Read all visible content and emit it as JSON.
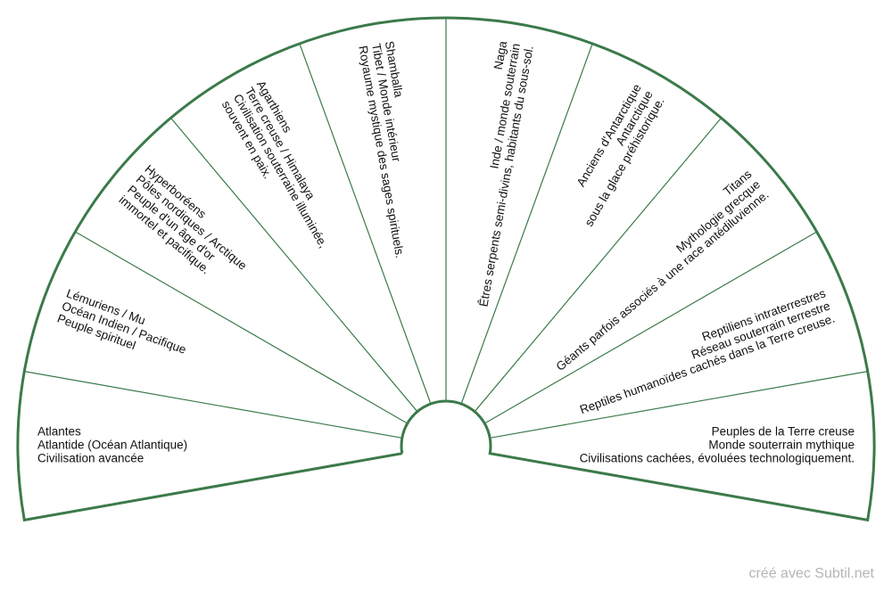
{
  "colors": {
    "outline": "#3b7a4a",
    "divider": "#3b7a4a",
    "background": "#ffffff",
    "text": "#111111",
    "credit": "#b5b5b5"
  },
  "sectors": [
    {
      "id": "atlantes",
      "lines": [
        "Atlantes",
        "Atlantide (Océan Atlantique)",
        "Civilisation avancée"
      ]
    },
    {
      "id": "lemuriens",
      "lines": [
        "Lémuriens / Mu",
        "Océan Indien / Pacifique",
        "Peuple spirituel"
      ]
    },
    {
      "id": "hyperboreens",
      "lines": [
        "Hyperboréens",
        "Pôles nordiques / Arctique",
        "Peuple d'un âge d'or",
        "immortel et pacifique."
      ]
    },
    {
      "id": "agarthiens",
      "lines": [
        "Agarthiens",
        "Terre creuse / Himalaya",
        "Civilisation souterraine illuminée,",
        "souvent en paix."
      ]
    },
    {
      "id": "shamballa",
      "lines": [
        "Shamballa",
        "Tibet / Monde intérieur",
        "Royaume mystique des sages spirituels."
      ]
    },
    {
      "id": "naga",
      "lines": [
        "Naga",
        "Inde / monde souterrain",
        "Êtres serpents semi-divins, habitants du sous-sol."
      ]
    },
    {
      "id": "antarctique",
      "lines": [
        "Anciens d'Antarctique",
        "Antarctique",
        "sous la glace préhistorique."
      ]
    },
    {
      "id": "titans",
      "lines": [
        "Titans",
        "Mythologie grecque",
        "Géants parfois associés à une race antédiluvienne."
      ]
    },
    {
      "id": "reptiliens",
      "lines": [
        "Reptiliens intraterrestres",
        "Réseau souterrain terrestre",
        "Reptiles humanoïdes cachés dans la Terre creuse."
      ]
    },
    {
      "id": "terre-creuse",
      "lines": [
        "Peuples de la Terre creuse",
        "Monde souterrain mythique",
        "Civilisations cachées, évoluées technologiquement."
      ]
    }
  ],
  "credit": "créé avec Subtil.net"
}
